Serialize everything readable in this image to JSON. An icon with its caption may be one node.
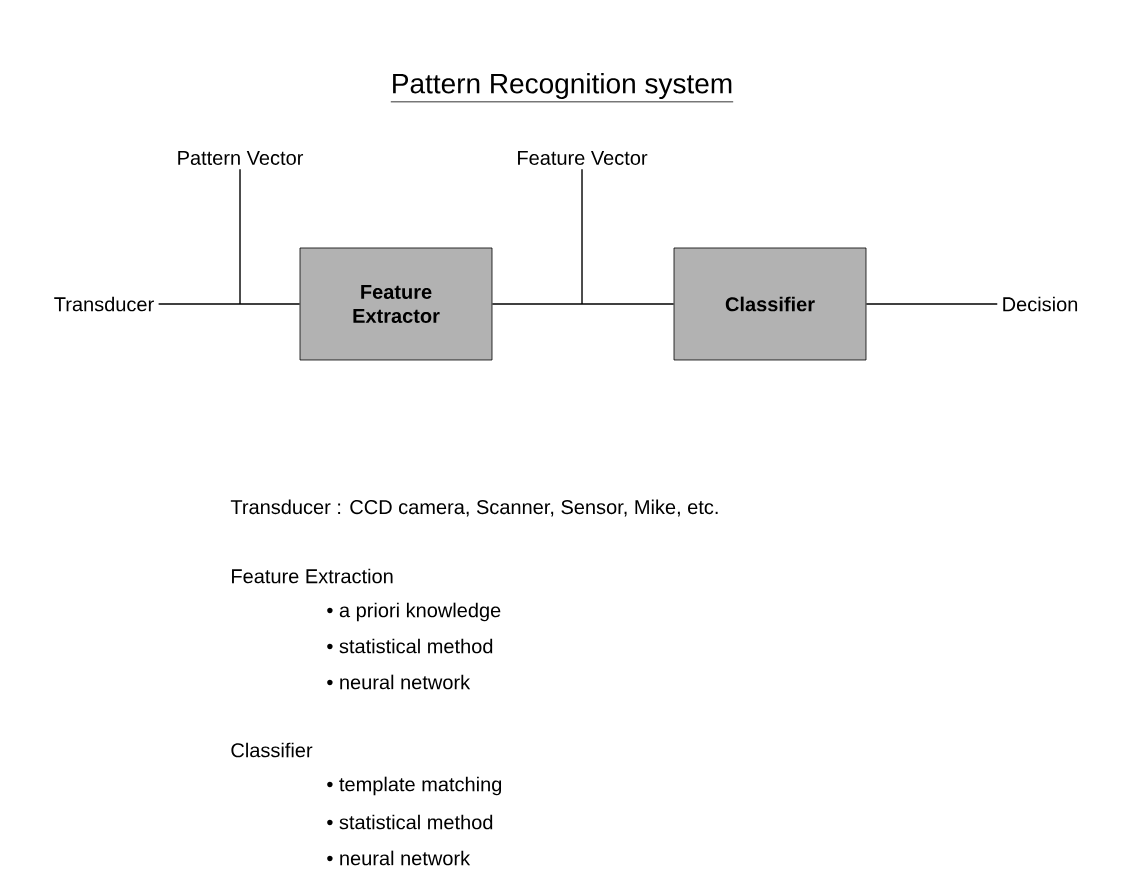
{
  "diagram": {
    "title": "Pattern Recognition system",
    "nodes": [
      {
        "text": [
          "Transducer"
        ]
      },
      {
        "text": [
          "Feature Extractor"
        ]
      },
      {
        "text": [
          "Classifier"
        ]
      },
      {
        "text": [
          "Decision"
        ]
      },
      {
        "text": [
          "Pattern Vector"
        ]
      },
      {
        "text": [
          "Feature Vector"
        ]
      }
    ],
    "edges": [
      {
        "from": 0,
        "to": 1,
        "arrow": "none"
      },
      {
        "from": 1,
        "to": 2,
        "arrow": "none"
      },
      {
        "from": 2,
        "to": 3,
        "arrow": "none"
      },
      {
        "from": 4,
        "to": null,
        "arrow": "none"
      },
      {
        "from": 5,
        "to": null,
        "arrow": "none"
      }
    ],
    "labels": [
      "Transducer : CCD camera, Scanner, Sensor, Mike, etc.",
      "Feature Extraction",
      "• a priori knowledge",
      "• statistical method",
      "• neural network",
      "Classifier",
      "• template matching",
      "• statistical method",
      "• neural network"
    ]
  }
}
